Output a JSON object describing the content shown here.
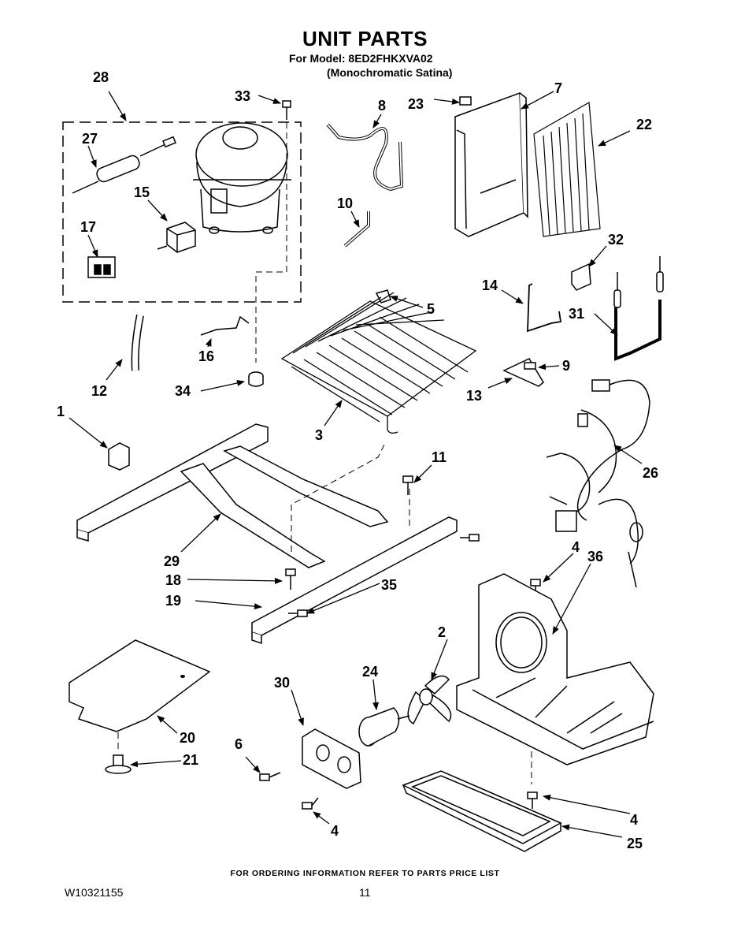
{
  "header": {
    "title": "UNIT PARTS",
    "model_line": "For Model: 8ED2FHKXVA02",
    "variant_line": "(Monochromatic Satina)"
  },
  "callouts": [
    "1",
    "2",
    "3",
    "4",
    "5",
    "6",
    "7",
    "8",
    "9",
    "10",
    "11",
    "12",
    "13",
    "14",
    "15",
    "16",
    "17",
    "18",
    "19",
    "20",
    "21",
    "22",
    "23",
    "24",
    "25",
    "26",
    "27",
    "28",
    "29",
    "30",
    "31",
    "32",
    "33",
    "34",
    "35",
    "36"
  ],
  "footer": {
    "ordering_note": "FOR ORDERING INFORMATION REFER TO PARTS PRICE LIST",
    "document_number": "W10321155",
    "page_number": "11"
  }
}
